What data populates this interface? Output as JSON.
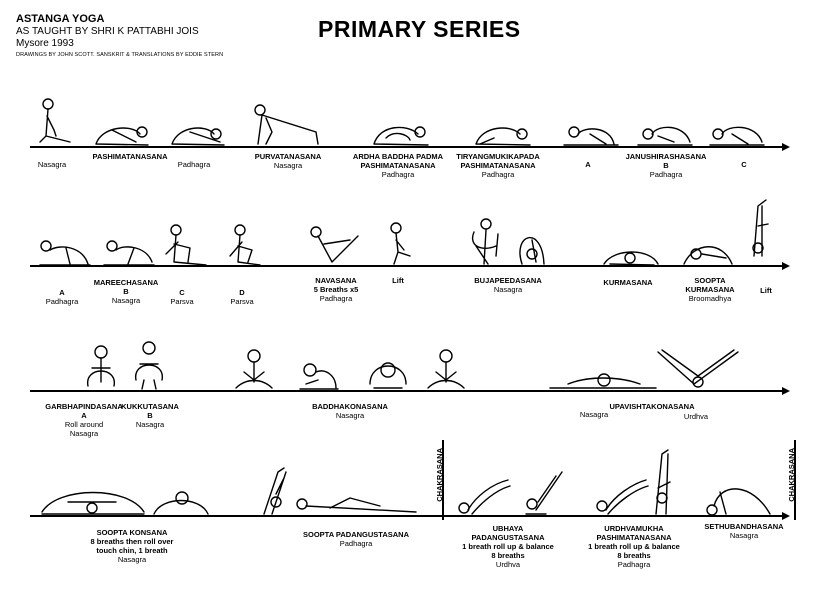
{
  "header": {
    "line1": "ASTANGA YOGA",
    "line2": "AS TAUGHT BY SHRI K PATTABHI JOIS",
    "line3": "Mysore 1993",
    "line4": "DRAWINGS BY JOHN SCOTT. SANSKRIT & TRANSLATIONS BY EDDIE STERN",
    "title": "PRIMARY SERIES"
  },
  "row1": [
    {
      "name": "",
      "sub": "Nasagra"
    },
    {
      "name": "PASHIMATANASANA",
      "sub": ""
    },
    {
      "name": "",
      "sub": "Padhagra"
    },
    {
      "name": "PURVATANASANA",
      "sub": "Nasagra"
    },
    {
      "name": "ARDHA BADDHA PADMA",
      "name2": "PASHIMATANASANA",
      "sub": "Padhagra"
    },
    {
      "name": "TIRYANGMUKIKAPADA",
      "name2": "PASHIMATANASANA",
      "sub": "Padhagra"
    },
    {
      "name": "A",
      "sub": ""
    },
    {
      "name": "JANUSHIRASHASANA",
      "name2": "B",
      "sub": "Padhagra"
    },
    {
      "name": "C",
      "sub": ""
    }
  ],
  "row2": [
    {
      "name": "A",
      "sub": "Padhagra"
    },
    {
      "name": "MAREECHASANA",
      "name2": "B",
      "sub": "Nasagra"
    },
    {
      "name": "C",
      "sub": "Parsva"
    },
    {
      "name": "D",
      "sub": "Parsva"
    },
    {
      "name": "NAVASANA",
      "name2": "5 Breaths x5",
      "sub": "Padhagra"
    },
    {
      "name": "Lift",
      "sub": ""
    },
    {
      "name": "BUJAPEEDASANA",
      "sub": "Nasagra"
    },
    {
      "name": "KURMASANA",
      "sub": ""
    },
    {
      "name": "SOOPTA",
      "name2": "KURMASANA",
      "sub": "Broomadhya"
    },
    {
      "name": "Lift",
      "sub": ""
    }
  ],
  "row3": [
    {
      "name": "GARBHAPINDASANA",
      "name2": "A",
      "sub": "Roll around",
      "sub2": "Nasagra"
    },
    {
      "name": "KUKKUTASANA",
      "name2": "B",
      "sub": "Nasagra"
    },
    {
      "name": "BADDHAKONASANA",
      "sub": "Nasagra"
    },
    {
      "name": "UPAVISHTAKONASANA",
      "sub": ""
    },
    {
      "name": "",
      "sub": "Nasagra"
    },
    {
      "name": "",
      "sub": "Urdhva"
    }
  ],
  "row4": [
    {
      "name": "SOOPTA KONSANA",
      "name2": "8 breaths then roll over",
      "name3": "touch chin, 1 breath",
      "sub": "Nasagra"
    },
    {
      "name": "SOOPTA PADANGUSTASANA",
      "sub": "Padhagra"
    },
    {
      "name": "UBHAYA",
      "name2": "PADANGUSTASANA",
      "name3": "1 breath roll up & balance",
      "name4": "8 breaths",
      "sub": "Urdhva"
    },
    {
      "name": "URDHVAMUKHA",
      "name2": "PASHIMATANASANA",
      "name3": "1 breath roll up & balance",
      "name4": "8 breaths",
      "sub": "Padhagra"
    },
    {
      "name": "SETHUBANDHASANA",
      "sub": "Nasagra"
    }
  ],
  "chakrasana": "CHAKRASANA"
}
